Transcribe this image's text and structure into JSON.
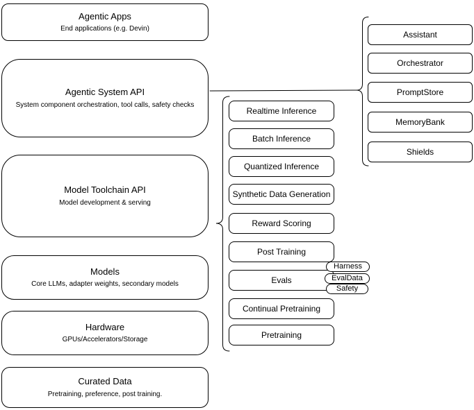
{
  "diagram": {
    "left_stack": [
      {
        "title": "Agentic Apps",
        "subtitle": "End applications (e.g. Devin)"
      },
      {
        "title": "Agentic System API",
        "subtitle": "System component orchestration, tool calls, safety checks"
      },
      {
        "title": "Model Toolchain API",
        "subtitle": "Model development & serving"
      },
      {
        "title": "Models",
        "subtitle": "Core LLMs, adapter weights, secondary models"
      },
      {
        "title": "Hardware",
        "subtitle": "GPUs/Accelerators/Storage"
      },
      {
        "title": "Curated Data",
        "subtitle": "Pretraining, preference, post training."
      }
    ],
    "toolchain_group": {
      "items": [
        "Realtime Inference",
        "Batch Inference",
        "Quantized Inference",
        "Synthetic Data Generation",
        "Reward Scoring",
        "Post Training",
        "Evals",
        "Continual Pretraining",
        "Pretraining"
      ],
      "eval_tags": [
        "Harness",
        "EvalData",
        "Safety"
      ]
    },
    "system_group": {
      "items": [
        "Assistant",
        "Orchestrator",
        "PromptStore",
        "MemoryBank",
        "Shields"
      ]
    },
    "colors": {
      "stroke": "#000000",
      "background": "#ffffff"
    }
  }
}
